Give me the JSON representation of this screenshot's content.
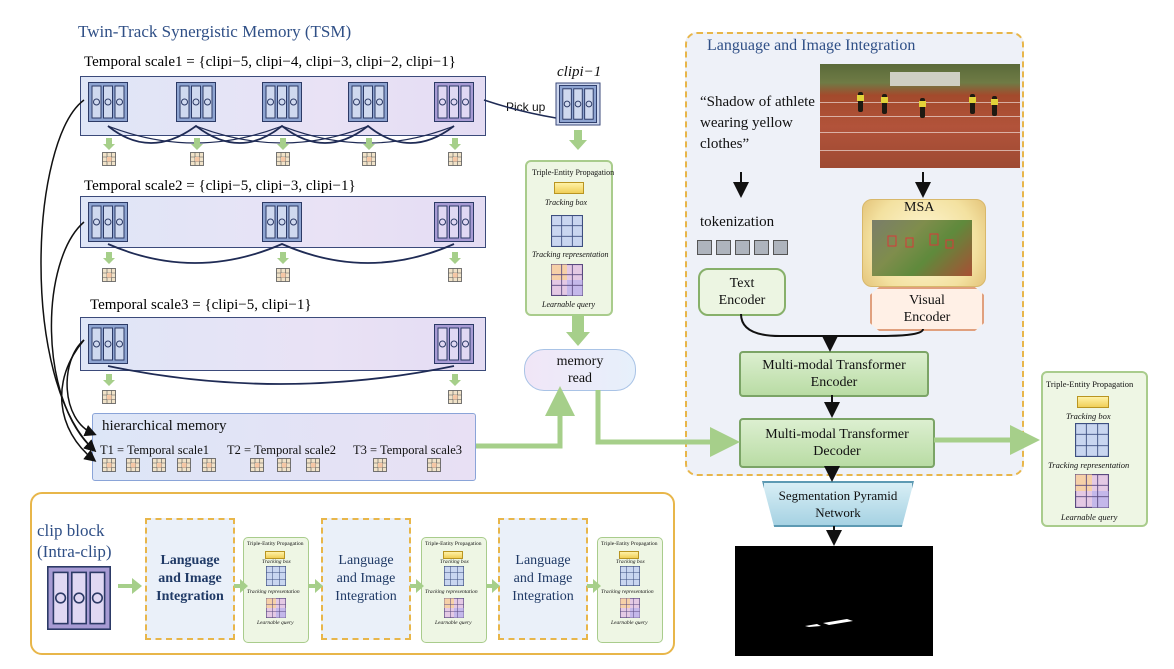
{
  "tsm": {
    "title": "Twin-Track Synergistic Memory (TSM)",
    "scale1_label": "Temporal scale1 = {clip",
    "scale1_rest": "i−5, clipi−4, clipi−3, clipi−2, clipi−1}",
    "scale1": "Temporal scale1 = {clipi−5, clipi−4, clipi−3, clipi−2, clipi−1}",
    "scale2": "Temporal scale2 = {clipi−5, clipi−3, clipi−1}",
    "scale3": "Temporal scale3 = {clipi−5, clipi−1}",
    "clip_selected": "clipi−1",
    "pick_up": "Pick up"
  },
  "hierarchical_memory": {
    "title": "hierarchical memory",
    "t1": "T1 = Temporal scale1",
    "t2": "T2 = Temporal scale2",
    "t3": "T3 = Temporal scale3"
  },
  "triple_entity": {
    "title": "Triple-Entity Propagation",
    "tracking_box": "Tracking box",
    "tracking_representation": "Tracking representation",
    "learnable_query": "Learnable query"
  },
  "memory_read": "memory read",
  "language_image": {
    "title": "Language and Image Integration",
    "quote": "“Shadow of athlete wearing yellow clothes”",
    "tokenization": "tokenization",
    "msa": "MSA",
    "text_encoder": "Text Encoder",
    "visual_encoder": "Visual Encoder",
    "mm_encoder": "Multi-modal Transformer Encoder",
    "mm_decoder": "Multi-modal Transformer Decoder",
    "seg_pyramid": "Segmentation Pyramid Network"
  },
  "clip_block": {
    "label": "clip block (Intra-clip)",
    "lii_bold": "Language and Image Integration",
    "lii": "Language and Image Integration"
  },
  "colors": {
    "title_blue": "#2f4f86",
    "green_arrow": "#a6cf8a",
    "dash_orange": "#e8b64a"
  }
}
